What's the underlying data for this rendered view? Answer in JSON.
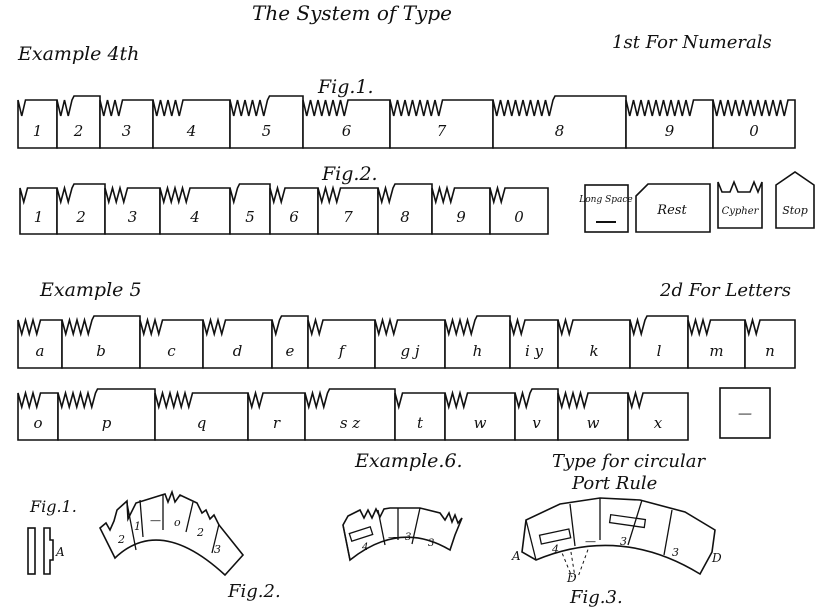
{
  "title": "The System of Type",
  "example4": {
    "heading": "Example 4th",
    "subheading": "1st For Numerals",
    "fig1": {
      "label": "Fig.1.",
      "types": [
        {
          "char": "1",
          "teeth": 1
        },
        {
          "char": "2",
          "teeth": 2
        },
        {
          "char": "3",
          "teeth": 3
        },
        {
          "char": "4",
          "teeth": 4
        },
        {
          "char": "5",
          "teeth": 5
        },
        {
          "char": "6",
          "teeth": 6
        },
        {
          "char": "7",
          "teeth": 7
        },
        {
          "char": "8",
          "teeth": 8
        },
        {
          "char": "9",
          "teeth": 9
        },
        {
          "char": "0",
          "teeth": 10
        }
      ]
    },
    "fig2": {
      "label": "Fig.2.",
      "types": [
        {
          "char": "1",
          "teeth": 1
        },
        {
          "char": "2",
          "teeth": 2
        },
        {
          "char": "3",
          "teeth": 3
        },
        {
          "char": "4",
          "teeth": 4
        },
        {
          "char": "5",
          "teeth": 1
        },
        {
          "char": "6",
          "teeth": 2
        },
        {
          "char": "7",
          "teeth": 3
        },
        {
          "char": "8",
          "teeth": 2
        },
        {
          "char": "9",
          "teeth": 3
        },
        {
          "char": "0",
          "teeth": 2
        }
      ],
      "special": [
        "Long Space",
        "Rest",
        "Cypher",
        "Stop"
      ]
    }
  },
  "example5": {
    "heading": "Example 5",
    "subheading": "2d For Letters",
    "row1": [
      {
        "char": "a",
        "teeth": 3
      },
      {
        "char": "b",
        "teeth": 4
      },
      {
        "char": "c",
        "teeth": 3
      },
      {
        "char": "d",
        "teeth": 3
      },
      {
        "char": "e",
        "teeth": 1
      },
      {
        "char": "f",
        "teeth": 2
      },
      {
        "char": "g j",
        "teeth": 3
      },
      {
        "char": "h",
        "teeth": 4
      },
      {
        "char": "i y",
        "teeth": 2
      },
      {
        "char": "k",
        "teeth": 2
      },
      {
        "char": "l",
        "teeth": 2
      },
      {
        "char": "m",
        "teeth": 3
      },
      {
        "char": "n",
        "teeth": 2
      }
    ],
    "row2": [
      {
        "char": "o",
        "teeth": 3
      },
      {
        "char": "p",
        "teeth": 5
      },
      {
        "char": "q",
        "teeth": 5
      },
      {
        "char": "r",
        "teeth": 2
      },
      {
        "char": "s z",
        "teeth": 3
      },
      {
        "char": "t",
        "teeth": 1
      },
      {
        "char": "w",
        "teeth": 3
      },
      {
        "char": "v",
        "teeth": 2
      },
      {
        "char": "w",
        "teeth": 4
      },
      {
        "char": "x",
        "teeth": 2
      }
    ],
    "extra_char": "—"
  },
  "example6": {
    "heading": "Example.6.",
    "subheading_line1": "Type for circular",
    "subheading_line2": "Port Rule",
    "fig1_label": "Fig.1.",
    "fig1_letter": "A",
    "fig2_label": "Fig.2.",
    "fig2_chars": [
      "2",
      "1",
      "—",
      "o",
      "2",
      "3"
    ],
    "fig3_label": "Fig.3.",
    "fig3_chars": [
      "4",
      "—",
      "3",
      "3"
    ],
    "fig3_letters": [
      "A",
      "D",
      "D"
    ]
  }
}
